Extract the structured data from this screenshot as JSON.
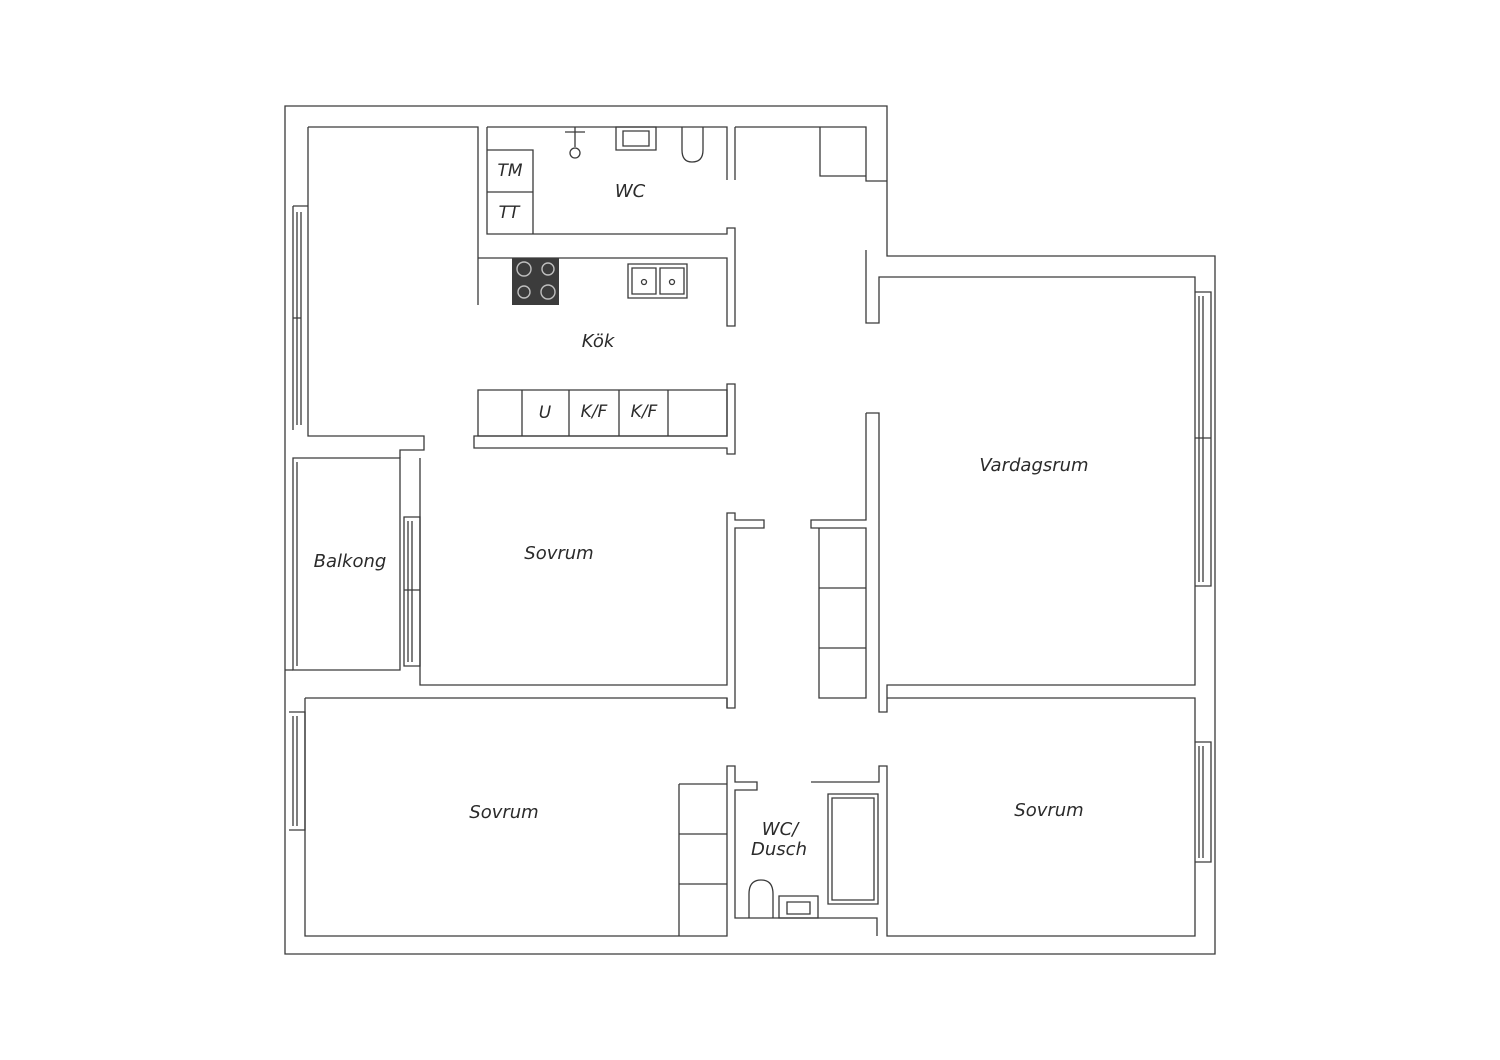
{
  "rooms": {
    "wc_top": "WC",
    "tm": "TM",
    "tt": "TT",
    "kok": "Kök",
    "u": "U",
    "kf_1": "K/F",
    "kf_2": "K/F",
    "vardagsrum": "Vardagsrum",
    "balkong": "Balkong",
    "sovrum_middle": "Sovrum",
    "sovrum_bottom_left": "Sovrum",
    "sovrum_bottom_right": "Sovrum",
    "wc_dusch_line1": "WC/",
    "wc_dusch_line2": "Dusch"
  },
  "colors": {
    "wall": "#3a3a3a",
    "background": "#ffffff",
    "stove": "#3c3c3c"
  }
}
